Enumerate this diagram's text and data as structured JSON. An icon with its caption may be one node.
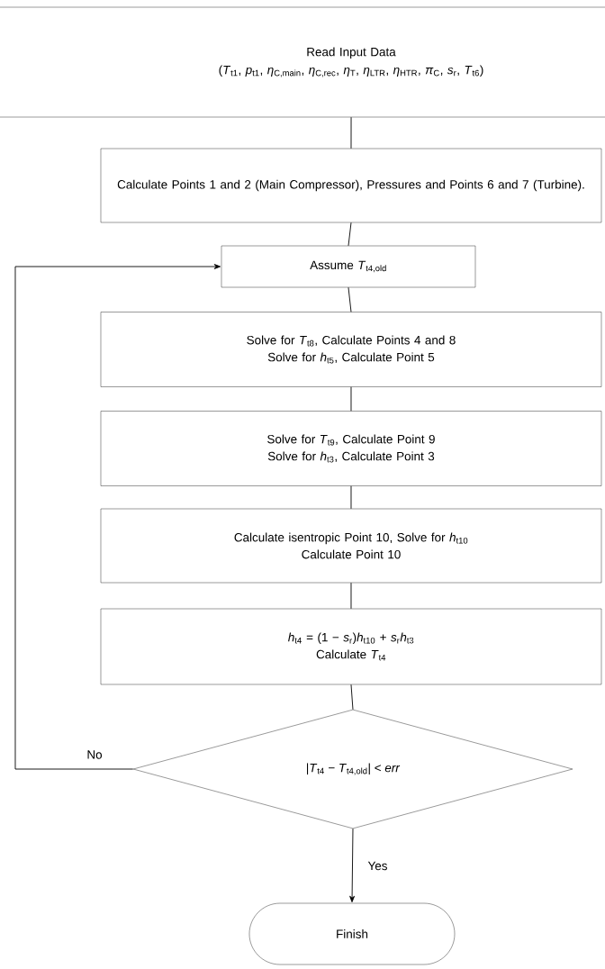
{
  "diagram": {
    "nodes": [
      {
        "text": [
          "Read Input Data",
          "(*T*$_{t1}$, *p*$_{t1}$, *η*$_{C,main}$, *η*$_{C,rec}$, *η*$_{T}$, *η*$_{LTR}$, *η*$_{HTR}$, *π*$_{C}$, *s*$_{r}$, *T*$_{t6}$)"
        ]
      },
      {
        "text": [
          "Calculate Points 1 and 2 (Main Compressor), Pressures and Points 6 and 7 (Turbine)."
        ]
      },
      {
        "text": [
          "Assume *T*$_{t4,old}$"
        ]
      },
      {
        "text": [
          "Solve for *T*$_{t8}$, Calculate Points 4 and 8",
          "Solve for *h*$_{t5}$, Calculate Point 5"
        ]
      },
      {
        "text": [
          "Solve for *T*$_{t9}$, Calculate Point 9",
          "Solve for *h*$_{t3}$, Calculate Point 3"
        ]
      },
      {
        "text": [
          "Calculate isentropic Point 10, Solve for *h*$_{t10}$",
          "Calculate Point 10"
        ]
      },
      {
        "text": [
          "*h*$_{t4}$ = (1 − *s*$_{r}$)*h*$_{t10}$ + *s*$_{r}$*h*$_{t3}$",
          "Calculate *T*$_{t4}$"
        ]
      },
      {
        "text": [
          "|*T*$_{t4}$ − *T*$_{t4,old}$| < *err*"
        ]
      },
      {
        "text": [
          "Finish"
        ]
      }
    ],
    "edges": [
      {
        "from": 0,
        "to": 1,
        "arrow": "none"
      },
      {
        "from": 1,
        "to": 2,
        "arrow": "none"
      },
      {
        "from": 2,
        "to": 3,
        "arrow": "none"
      },
      {
        "from": 3,
        "to": 4,
        "arrow": "none"
      },
      {
        "from": 4,
        "to": 5,
        "arrow": "none"
      },
      {
        "from": 5,
        "to": 6,
        "arrow": "none"
      },
      {
        "from": 6,
        "to": 7,
        "arrow": "none"
      },
      {
        "from": 7,
        "to": 2,
        "arrow": "to",
        "label": "No"
      },
      {
        "from": 7,
        "to": 8,
        "arrow": "to",
        "label": "Yes"
      }
    ]
  }
}
